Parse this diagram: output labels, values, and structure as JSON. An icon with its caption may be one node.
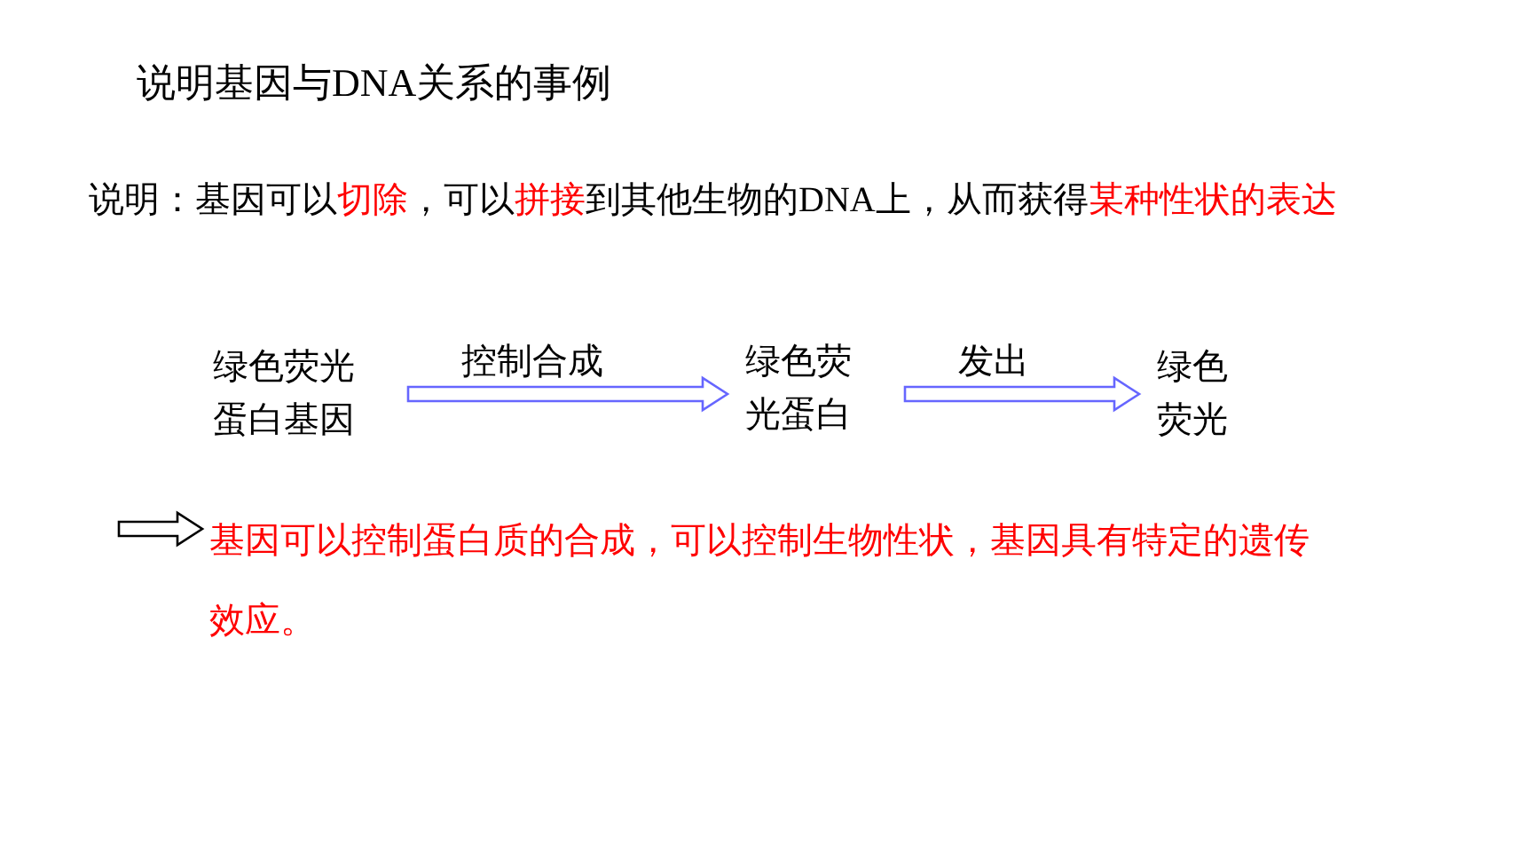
{
  "diagram": {
    "title": "说明基因与DNA关系的事例",
    "nodes": [
      {
        "text": [
          "绿色荧光蛋白基因"
        ]
      },
      {
        "text": [
          "绿色荧光蛋白"
        ]
      },
      {
        "text": [
          "绿色荧光"
        ]
      },
      {
        "text": [
          "基因可以控制蛋白质的合成，可以控制生物性状，基因具有特定的遗传效应。"
        ]
      }
    ],
    "edges": [
      {
        "from": 0,
        "to": 1,
        "arrow": "to",
        "label": "控制合成"
      },
      {
        "from": 1,
        "to": 2,
        "arrow": "to",
        "label": "发出"
      },
      {
        "from": null,
        "to": 3,
        "arrow": "to",
        "color": "#000000"
      }
    ],
    "labels": [
      "说明：基因可以**切除**，可以**拼接**到其他生物的DNA上，从而获得**某种性状的表达**"
    ]
  }
}
